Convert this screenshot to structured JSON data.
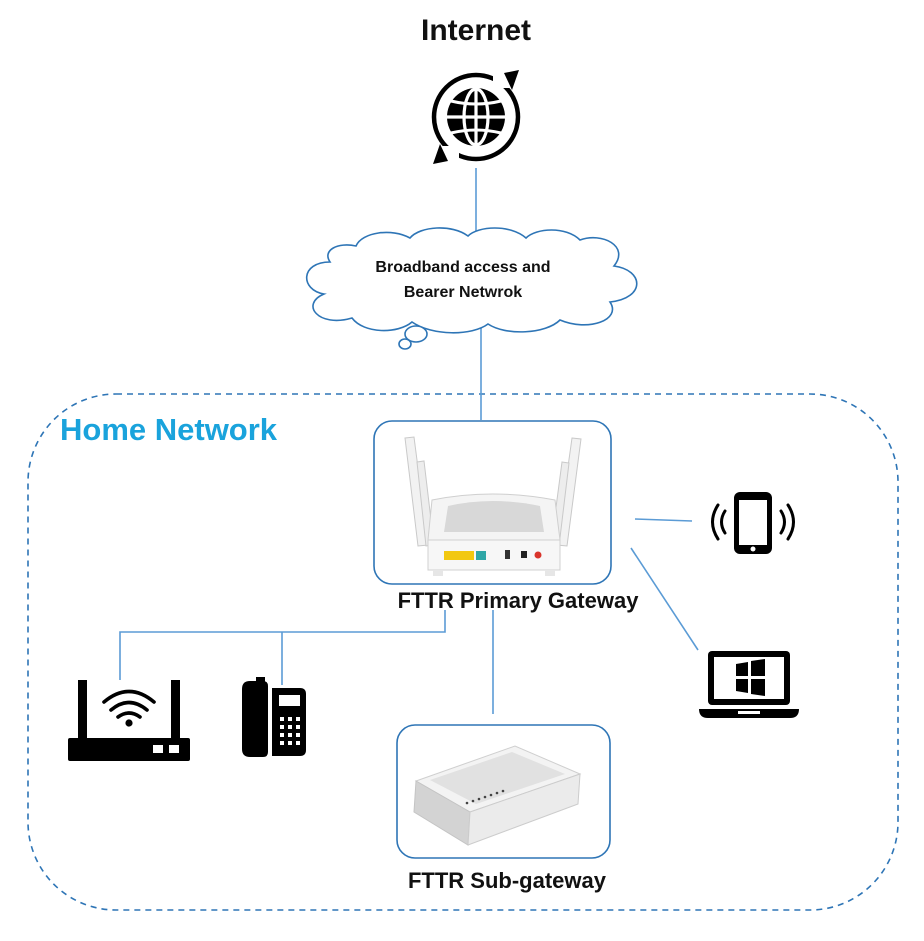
{
  "diagram": {
    "internet_label": "Internet",
    "cloud_label_line1": "Broadband access and",
    "cloud_label_line2": "Bearer Netwrok",
    "home_network_label": "Home Network",
    "primary_gateway_label": "FTTR Primary Gateway",
    "sub_gateway_label": "FTTR Sub-gateway"
  },
  "nodes": [
    {
      "id": "internet",
      "icon": "globe-refresh-icon"
    },
    {
      "id": "broadband-cloud",
      "icon": "cloud-icon"
    },
    {
      "id": "primary-gateway",
      "icon": "router-antennas-icon"
    },
    {
      "id": "smartphone",
      "icon": "smartphone-wireless-icon"
    },
    {
      "id": "laptop",
      "icon": "windows-laptop-icon"
    },
    {
      "id": "wifi-router",
      "icon": "wifi-router-icon"
    },
    {
      "id": "desk-phone",
      "icon": "desk-phone-icon"
    },
    {
      "id": "sub-gateway",
      "icon": "sub-gateway-box-icon"
    }
  ],
  "edges": [
    {
      "from": "internet",
      "to": "broadband-cloud"
    },
    {
      "from": "broadband-cloud",
      "to": "primary-gateway"
    },
    {
      "from": "primary-gateway",
      "to": "smartphone"
    },
    {
      "from": "primary-gateway",
      "to": "laptop"
    },
    {
      "from": "primary-gateway",
      "to": "wifi-router"
    },
    {
      "from": "primary-gateway",
      "to": "desk-phone"
    },
    {
      "from": "primary-gateway",
      "to": "sub-gateway"
    }
  ],
  "colors": {
    "link": "#5b9bd5",
    "home_border": "#2e75b6",
    "home_label": "#1aa3dc",
    "box_border": "#2e75b6",
    "icon": "#000000"
  }
}
